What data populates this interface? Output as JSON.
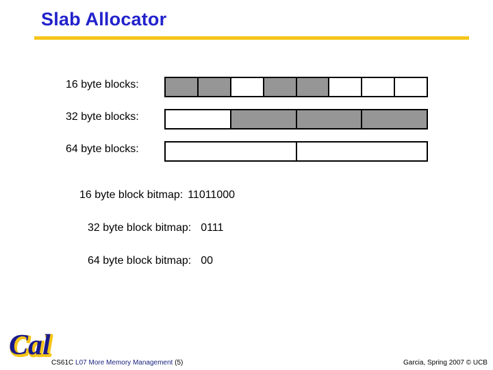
{
  "slide": {
    "title": "Slab Allocator",
    "accent_color": "#f5c518",
    "title_color": "#2222cc",
    "filled_color": "#969696",
    "empty_color": "#ffffff",
    "border_color": "#000000"
  },
  "diagram": {
    "rows": [
      {
        "label": "16 byte blocks:",
        "cell_count": 8,
        "cells": [
          1,
          1,
          0,
          1,
          1,
          0,
          0,
          0
        ]
      },
      {
        "label": "32 byte blocks:",
        "cell_count": 4,
        "cells": [
          0,
          1,
          1,
          1
        ]
      },
      {
        "label": "64 byte blocks:",
        "cell_count": 2,
        "cells": [
          0,
          0
        ]
      }
    ]
  },
  "bitmaps": [
    {
      "label": "16 byte block bitmap:",
      "value": "11011000"
    },
    {
      "label": "32 byte block bitmap:",
      "value": "0111"
    },
    {
      "label": "64 byte block bitmap:",
      "value": "00"
    }
  ],
  "footer": {
    "logo_text": "Cal",
    "course": "CS61C",
    "lecture": "L07 More Memory Management",
    "slide_number": "(5)",
    "credit": "Garcia, Spring 2007 © UCB"
  }
}
